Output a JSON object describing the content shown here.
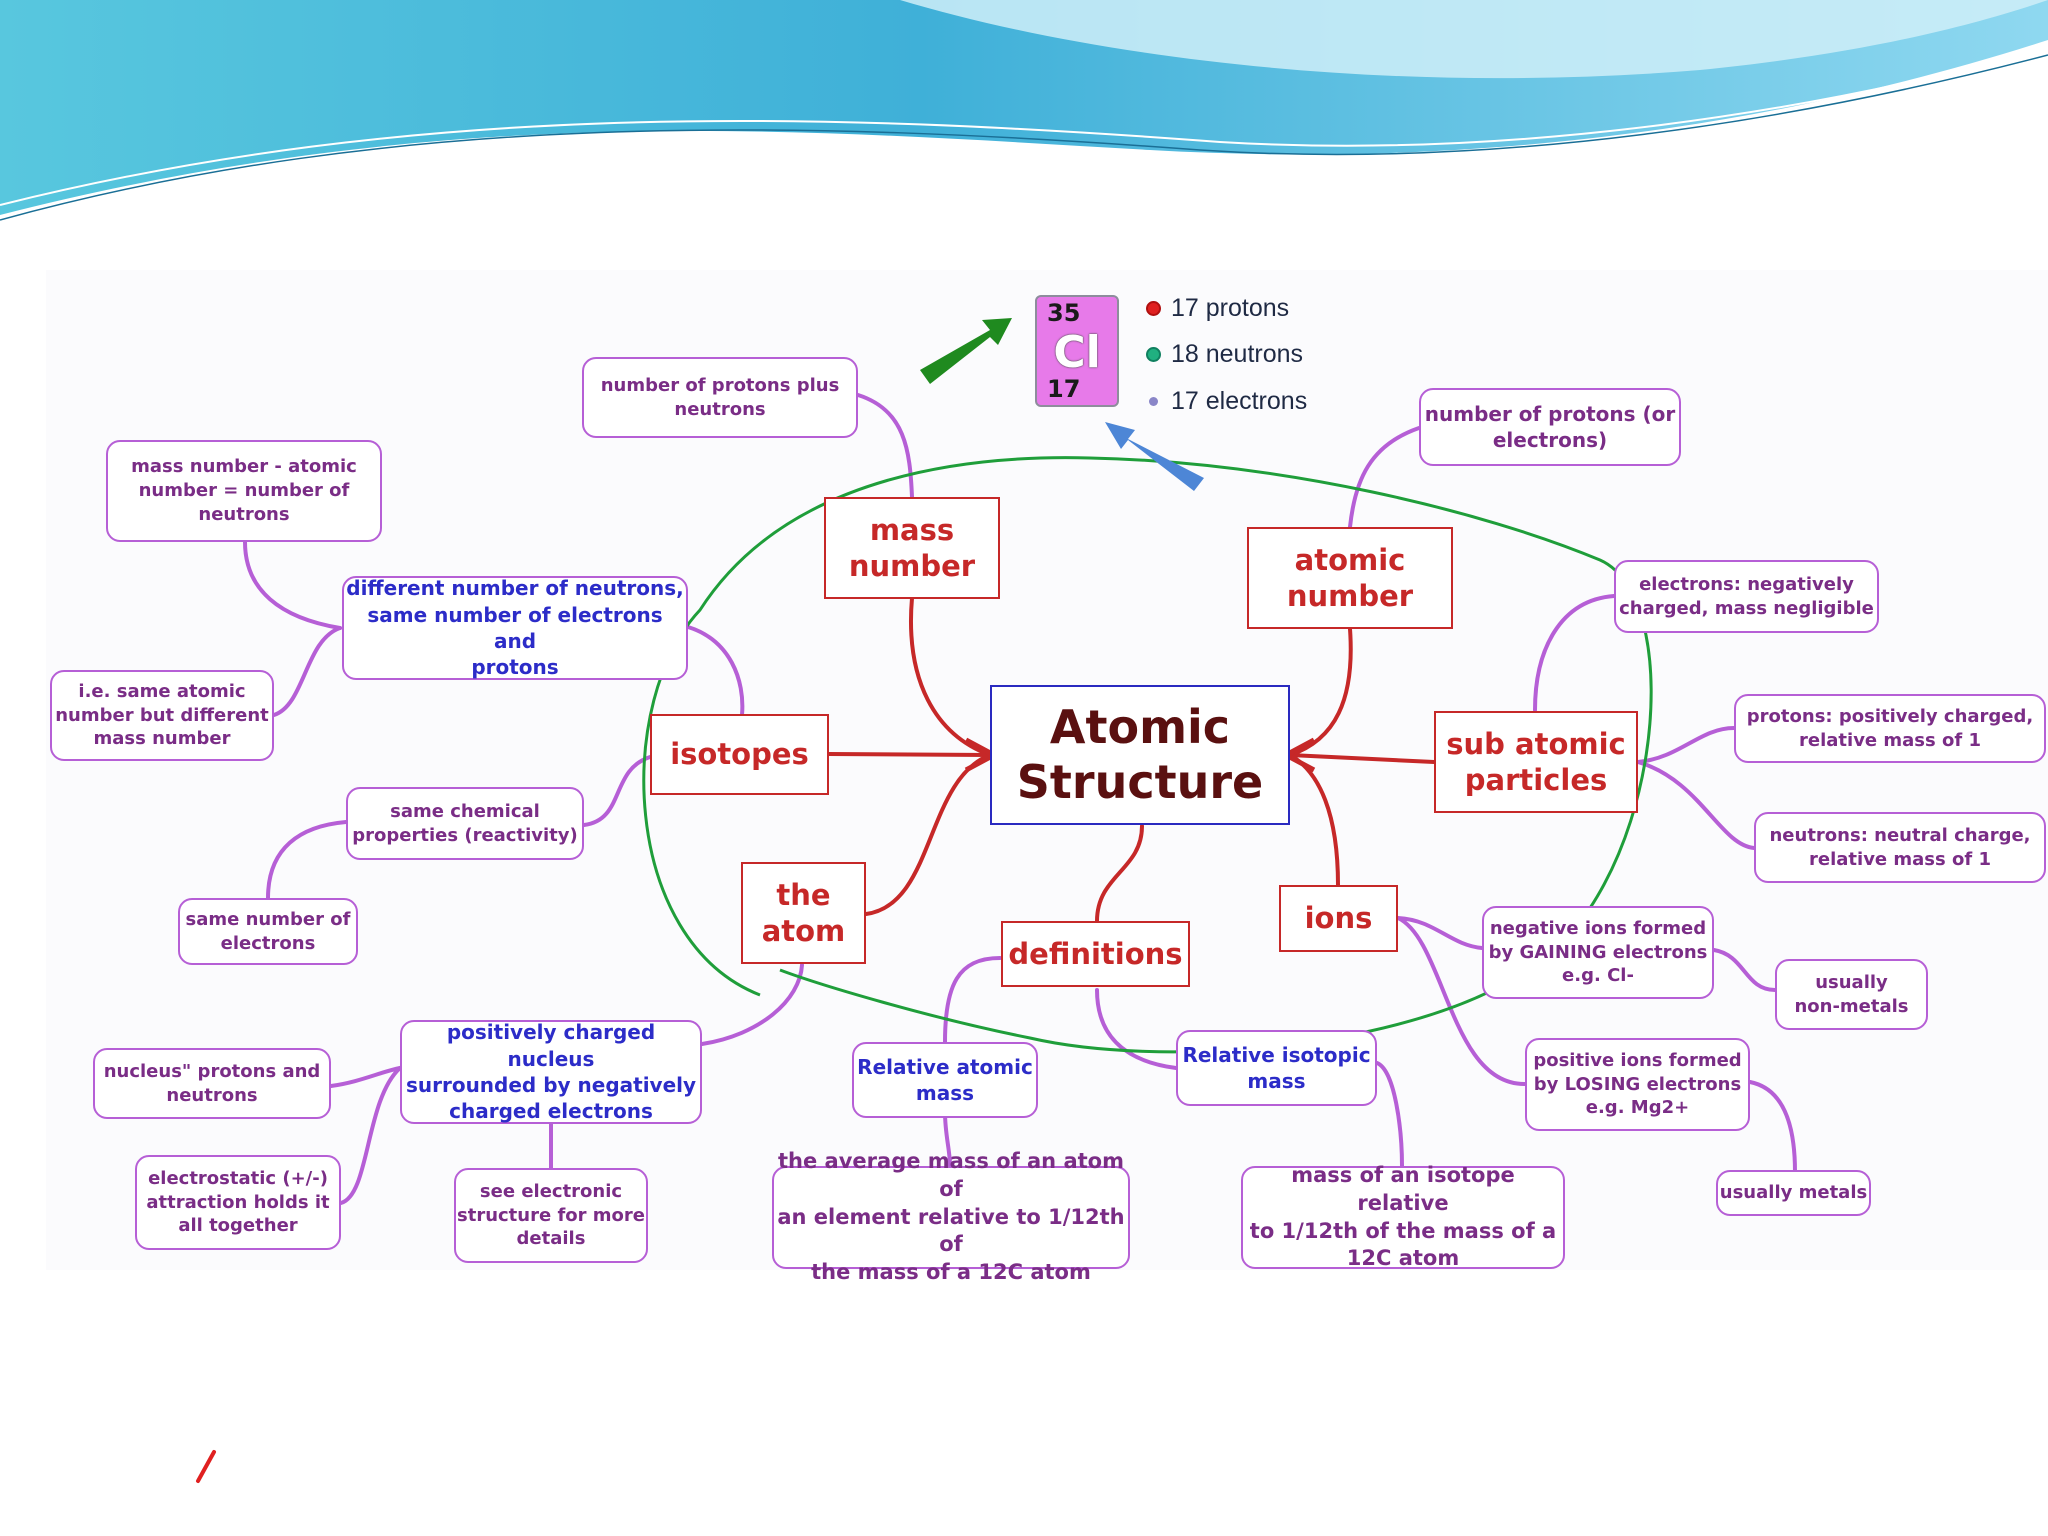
{
  "colors": {
    "leaf_border": "#b65fd6",
    "leaf_text": "#7a2d86",
    "leaf_text_blue": "#2c2cc8",
    "branch": "#c62828",
    "central_border": "#2a2ac0",
    "central_text": "#5a1010",
    "ellipse": "#1f9e3a",
    "arrow_green": "#1f8a1f",
    "arrow_blue": "#4d86d6",
    "element_tile": "#e77ae9",
    "proton": "#e02020",
    "neutron": "#20b080",
    "electron": "#8a86c8",
    "banner": "#5fc3e0"
  },
  "element": {
    "mass_number": "35",
    "symbol": "Cl",
    "atomic_number": "17",
    "legend": [
      {
        "label": "17 protons",
        "color": "#e02020"
      },
      {
        "label": "18 neutrons",
        "color": "#20b080"
      },
      {
        "label": "17 electrons",
        "color": "#8a86c8"
      }
    ]
  },
  "central": {
    "label": "Atomic\nStructure"
  },
  "branches": {
    "mass_number": "mass\nnumber",
    "atomic_number": "atomic\nnumber",
    "isotopes": "isotopes",
    "sub_atomic_particles": "sub atomic\nparticles",
    "the_atom": "the\natom",
    "definitions": "definitions",
    "ions": "ions"
  },
  "leaves": {
    "protons_plus_neutrons": "number of protons plus\nneutrons",
    "mass_minus_atomic": "mass number - atomic\nnumber = number of\nneutrons",
    "isotope_definition": "different number of neutrons,\nsame number of electrons and\nprotons",
    "same_atomic_number": "i.e. same atomic\nnumber but different\nmass number",
    "same_chemical_properties": "same chemical\nproperties (reactivity)",
    "same_number_electrons": "same number of\nelectrons",
    "nucleus_description": "positively charged nucleus\nsurrounded by negatively\ncharged electrons",
    "nucleus_protons_neutrons": "nucleus\" protons and\nneutrons",
    "electrostatic": "electrostatic (+/-)\nattraction holds it\nall together",
    "see_electronic_structure": "see electronic\nstructure for more\ndetails",
    "relative_atomic_mass": "Relative atomic\nmass",
    "average_mass": "the average mass of an atom of\nan element relative to 1/12th of\nthe mass of a 12C atom",
    "relative_isotopic_mass": "Relative isotopic\nmass",
    "isotope_mass": "mass of an isotope relative\nto 1/12th of the mass of a\n12C atom",
    "protons_or_electrons": "number of protons (or\nelectrons)",
    "electrons_info": "electrons: negatively\ncharged, mass negligible",
    "protons_info": "protons: positively charged,\nrelative mass of 1",
    "neutrons_info": "neutrons: neutral charge,\nrelative mass of 1",
    "negative_ions": "negative ions formed\nby GAINING electrons\ne.g. Cl-",
    "non_metals": "usually\nnon-metals",
    "positive_ions": "positive ions formed\nby LOSING electrons\ne.g. Mg2+",
    "metals": "usually metals"
  }
}
